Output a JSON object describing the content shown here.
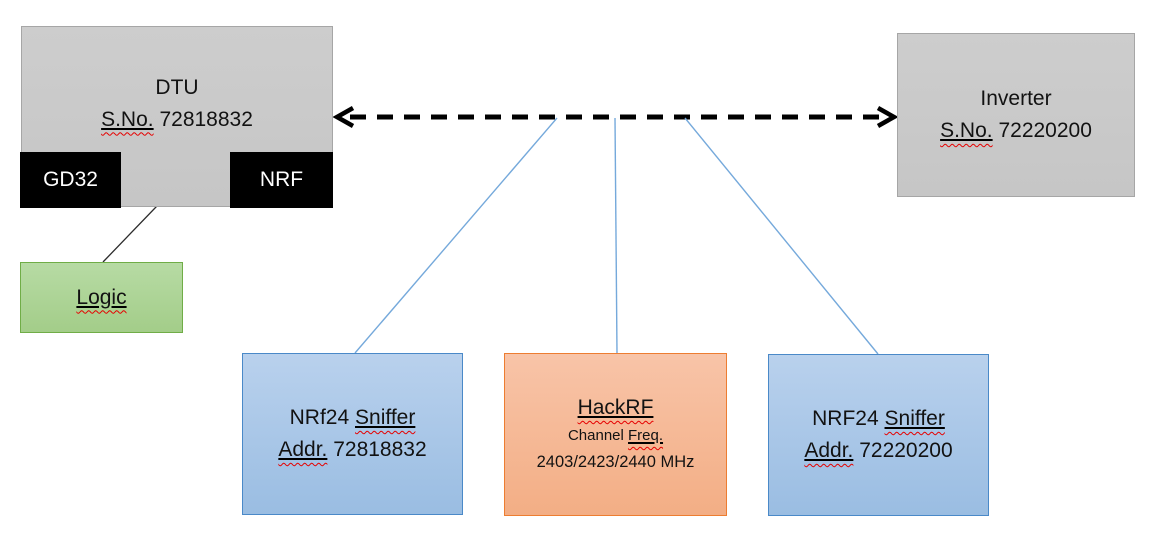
{
  "diagram": {
    "dtu": {
      "name": "DTU",
      "sn_label": "S.No.",
      "serial": "72818832"
    },
    "gd32_chip": "GD32",
    "nrf_chip": "NRF",
    "logic": "Logic",
    "inverter": {
      "name": "Inverter",
      "sn_label": "S.No.",
      "serial": "72220200"
    },
    "sniffer_left": {
      "name": "NRf24",
      "name2": "Sniffer",
      "addr_label": "Addr.",
      "address": "72818832"
    },
    "hackrf": {
      "name": "HackRF",
      "freq_label1": "Channel",
      "freq_label2": "Freq.",
      "frequencies": "2403/2423/2440 MHz"
    },
    "sniffer_right": {
      "name": "NRF24",
      "name2": "Sniffer",
      "addr_label": "Addr.",
      "address": "72220200"
    }
  },
  "colors": {
    "gray_fill": "#c9c9c9",
    "gray_border": "#a6a6a6",
    "chip_fill": "#000000",
    "chip_text": "#ffffff",
    "green_fill": "#a9d18e",
    "green_border": "#70ad47",
    "blue_fill": "#a9c7e8",
    "blue_border": "#4a89c8",
    "orange_fill": "#f5b78f",
    "orange_border": "#ed7d31",
    "connector_blue": "#75a9db",
    "arrow_black": "#000000",
    "spellcheck_red": "#e60000"
  }
}
